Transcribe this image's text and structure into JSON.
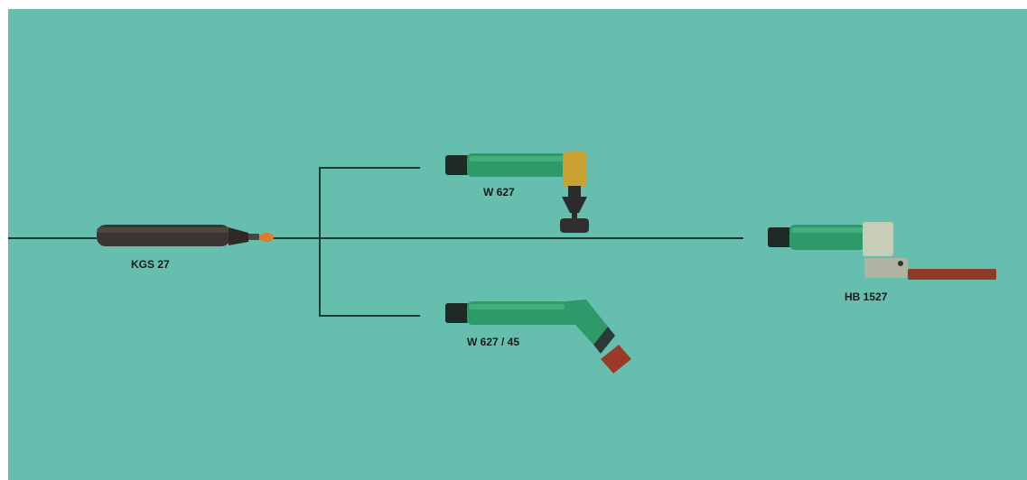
{
  "diagram": {
    "nodes": [
      {
        "id": "kgs27",
        "label": "KGS 27"
      },
      {
        "id": "w627",
        "label": "W 627"
      },
      {
        "id": "w627_45",
        "label": "W 627 / 45"
      },
      {
        "id": "hb1527",
        "label": "HB 1527"
      }
    ],
    "colors": {
      "background": "#66bfae",
      "line": "#1c3a30",
      "tool_green": "#2e9a6a",
      "tool_dark": "#3a3530"
    }
  }
}
